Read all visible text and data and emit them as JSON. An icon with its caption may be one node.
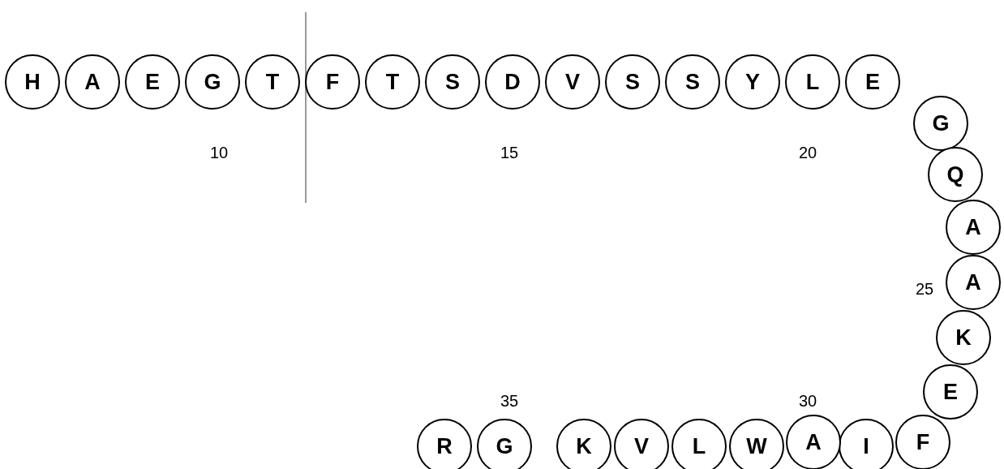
{
  "diagram": {
    "nodes": [
      {
        "text": [
          "H"
        ]
      },
      {
        "text": [
          "A"
        ]
      },
      {
        "text": [
          "E"
        ]
      },
      {
        "text": [
          "G"
        ]
      },
      {
        "text": [
          "T"
        ]
      },
      {
        "text": [
          "F"
        ]
      },
      {
        "text": [
          "T"
        ]
      },
      {
        "text": [
          "S"
        ]
      },
      {
        "text": [
          "D"
        ]
      },
      {
        "text": [
          "V"
        ]
      },
      {
        "text": [
          "S"
        ]
      },
      {
        "text": [
          "S"
        ]
      },
      {
        "text": [
          "Y"
        ]
      },
      {
        "text": [
          "L"
        ]
      },
      {
        "text": [
          "E"
        ]
      },
      {
        "text": [
          "G"
        ]
      },
      {
        "text": [
          "Q"
        ]
      },
      {
        "text": [
          "A"
        ]
      },
      {
        "text": [
          "A"
        ]
      },
      {
        "text": [
          "K"
        ]
      },
      {
        "text": [
          "E"
        ]
      },
      {
        "text": [
          "F"
        ]
      },
      {
        "text": [
          "I"
        ]
      },
      {
        "text": [
          "A"
        ]
      },
      {
        "text": [
          "W"
        ]
      },
      {
        "text": [
          "L"
        ]
      },
      {
        "text": [
          "V"
        ]
      },
      {
        "text": [
          "K"
        ]
      },
      {
        "text": [
          "G"
        ]
      },
      {
        "text": [
          "R"
        ]
      }
    ],
    "labels": [
      "10",
      "15",
      "20",
      "25",
      "30",
      "35"
    ]
  }
}
